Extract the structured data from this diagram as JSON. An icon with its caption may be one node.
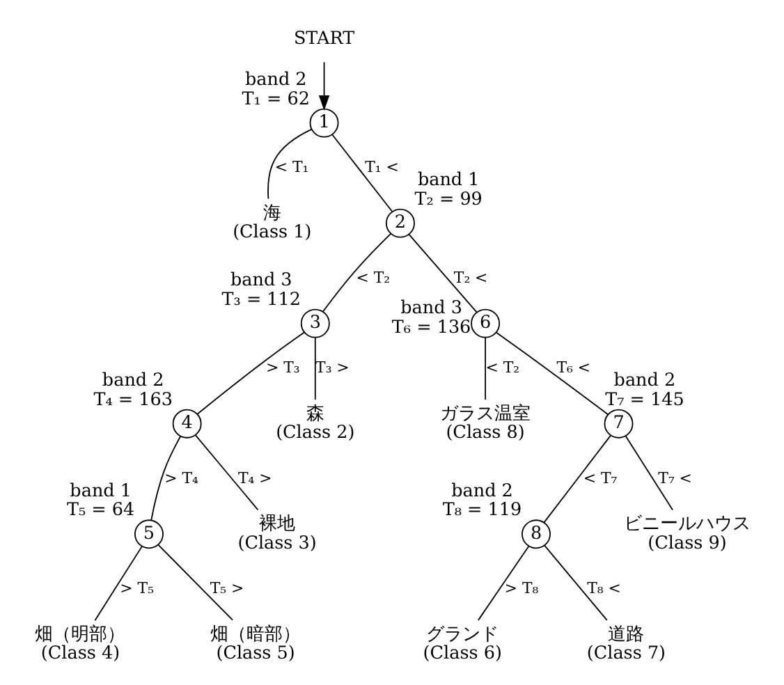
{
  "diagram": {
    "nodes": [
      {
        "text": [
          "START"
        ]
      },
      {
        "text": [
          "1"
        ],
        "beside": [
          "band 2",
          "T₁ = 62"
        ]
      },
      {
        "text": [
          "海",
          "(Class 1)"
        ]
      },
      {
        "text": [
          "2"
        ],
        "beside": [
          "band 1",
          "T₂ = 99"
        ]
      },
      {
        "text": [
          "3"
        ],
        "beside": [
          "band 3",
          "T₃ = 112"
        ]
      },
      {
        "text": [
          "6"
        ],
        "beside": [
          "band 3",
          "T₆ = 136"
        ]
      },
      {
        "text": [
          "森",
          "(Class 2)"
        ]
      },
      {
        "text": [
          "ガラス温室",
          "(Class 8)"
        ]
      },
      {
        "text": [
          "4"
        ],
        "beside": [
          "band 2",
          "T₄ = 163"
        ]
      },
      {
        "text": [
          "7"
        ],
        "beside": [
          "band 2",
          "T₇ = 145"
        ]
      },
      {
        "text": [
          "裸地",
          "(Class 3)"
        ]
      },
      {
        "text": [
          "5"
        ],
        "beside": [
          "band 1",
          "T₅ = 64"
        ]
      },
      {
        "text": [
          "8"
        ],
        "beside": [
          "band 2",
          "T₈ = 119"
        ]
      },
      {
        "text": [
          "ビニールハウス",
          "(Class 9)"
        ]
      },
      {
        "text": [
          "畑（明部）",
          "(Class 4)"
        ]
      },
      {
        "text": [
          "畑（暗部）",
          "(Class 5)"
        ]
      },
      {
        "text": [
          "グランド",
          "(Class 6)"
        ]
      },
      {
        "text": [
          "道路",
          "(Class 7)"
        ]
      }
    ],
    "edges": [
      {
        "from": 0,
        "to": 1,
        "arrow": "to"
      },
      {
        "from": 1,
        "to": 2,
        "arrow": "none",
        "label": "< T₁"
      },
      {
        "from": 1,
        "to": 3,
        "arrow": "none",
        "label": "T₁ <"
      },
      {
        "from": 3,
        "to": 4,
        "arrow": "none",
        "label": "< T₂"
      },
      {
        "from": 3,
        "to": 5,
        "arrow": "none",
        "label": "T₂ <"
      },
      {
        "from": 4,
        "to": 8,
        "arrow": "none",
        "label": "> T₃"
      },
      {
        "from": 4,
        "to": 6,
        "arrow": "none",
        "label": "T₃ >"
      },
      {
        "from": 5,
        "to": 7,
        "arrow": "none",
        "label": "< T₂"
      },
      {
        "from": 5,
        "to": 9,
        "arrow": "none",
        "label": "T₆ <"
      },
      {
        "from": 8,
        "to": 11,
        "arrow": "none",
        "label": "> T₄"
      },
      {
        "from": 8,
        "to": 10,
        "arrow": "none",
        "label": "T₄ >"
      },
      {
        "from": 9,
        "to": 12,
        "arrow": "none",
        "label": "< T₇"
      },
      {
        "from": 9,
        "to": 13,
        "arrow": "none",
        "label": "T₇ <"
      },
      {
        "from": 11,
        "to": 14,
        "arrow": "none",
        "label": "> T₅"
      },
      {
        "from": 11,
        "to": 15,
        "arrow": "none",
        "label": "T₅ >"
      },
      {
        "from": 12,
        "to": 16,
        "arrow": "none",
        "label": "> T₈"
      },
      {
        "from": 12,
        "to": 17,
        "arrow": "none",
        "label": "T₈ <"
      }
    ]
  }
}
